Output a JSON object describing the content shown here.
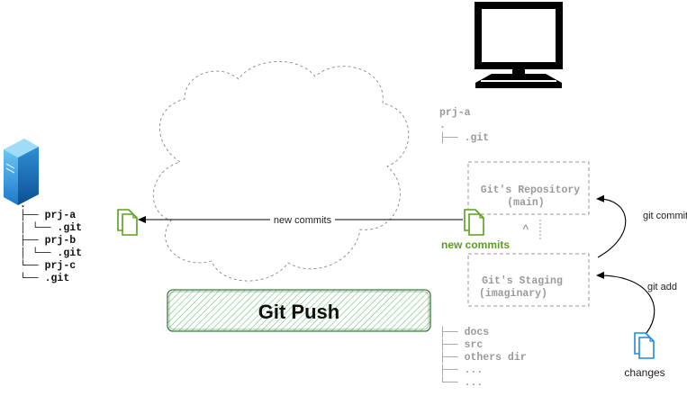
{
  "server_tree": {
    "lines": [
      {
        "prefix": "├── ",
        "name": "prj-a"
      },
      {
        "prefix": "│   └── ",
        "name": ".git"
      },
      {
        "prefix": "├── ",
        "name": "prj-b"
      },
      {
        "prefix": "│   └── ",
        "name": ".git"
      },
      {
        "prefix": "└── ",
        "name": "prj-c"
      },
      {
        "prefix": "    └── ",
        "name": ".git"
      }
    ]
  },
  "local_tree": {
    "root": "prj-a",
    "dot": ".",
    "git_line": "├── .git",
    "bottom_lines": [
      "├── docs",
      "├── src",
      "├── others dir",
      "├── ...",
      "└── ..."
    ]
  },
  "repo_box": {
    "line1": "Git's Repository",
    "line2": "(main)"
  },
  "staging_box": {
    "line1": "Git's Staging",
    "line2": "(imaginary)"
  },
  "caret": "^",
  "arrow_label": "new commits",
  "new_commits_label": "new commits",
  "git_push_label": "Git Push",
  "git_commit_label": "git commit",
  "git_add_label": "git add",
  "changes_label": "changes",
  "colors": {
    "green": "#5a9e1e",
    "blue": "#1e88e5",
    "grey_text": "#9a9a9a",
    "hatch": "#7cc47f"
  }
}
